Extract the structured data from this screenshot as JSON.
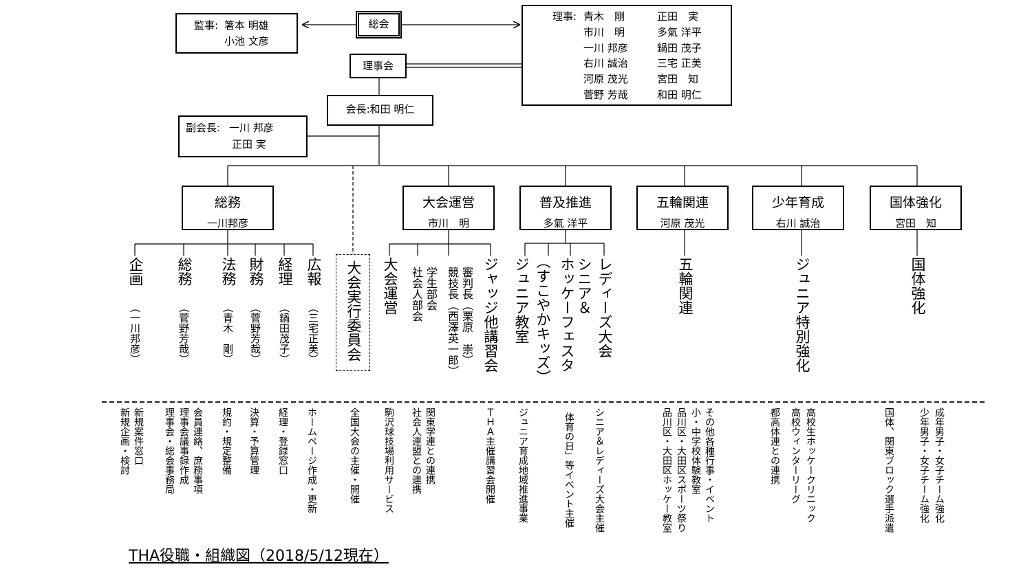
{
  "soukai": "総会",
  "kanji": {
    "label": "監事:",
    "names": [
      "箸本 明雄",
      "小池 文彦"
    ]
  },
  "rijikai": "理事会",
  "riji": {
    "label": "理事:",
    "col1": [
      "青木　剛",
      "市川　明",
      "一川 邦彦",
      "右川 誠治",
      "河原 茂光",
      "菅野 芳哉"
    ],
    "col2": [
      "正田　実",
      "多氣 洋平",
      "鍋田 茂子",
      "三宅 正美",
      "宮田　知",
      "和田 明仁"
    ]
  },
  "president": "会長:和田 明仁",
  "vice": {
    "label": "副会長:",
    "names": [
      "一川 邦彦",
      "正田 実"
    ]
  },
  "departments": [
    {
      "name": "総務",
      "head": "一川邦彦"
    },
    {
      "name": "大会運営",
      "head": "市川　明"
    },
    {
      "name": "普及推進",
      "head": "多氣 洋平"
    },
    {
      "name": "五輪関連",
      "head": "河原 茂光"
    },
    {
      "name": "少年育成",
      "head": "右川 誠治"
    },
    {
      "name": "国体強化",
      "head": "宮田　知"
    }
  ],
  "somu_subs": [
    {
      "name": "企画",
      "member": "（一川邦彦）"
    },
    {
      "name": "総務",
      "member": "（菅野芳哉）"
    },
    {
      "name": "法務",
      "member": "（青木　剛）"
    },
    {
      "name": "財務",
      "member": "（菅野芳哉）"
    },
    {
      "name": "経理",
      "member": "（鍋田茂子）"
    },
    {
      "name": "広報",
      "member": "（三宅正美）"
    }
  ],
  "jikko": "大会実行委員会",
  "taikai_subs": {
    "unei": "大会運営",
    "gakusei": [
      "学生部会",
      "社会人部会"
    ],
    "shinpan": [
      "審判長（栗原　崇）",
      "競技長（西澤英一郎）"
    ],
    "judge": "ジャッジ他講習会"
  },
  "fukyu_subs": {
    "junior": "ジュニア教室",
    "sukoyaka": "（すこやかキッズ）",
    "senior": [
      "シニア＆",
      "ホッケーフェスタ"
    ],
    "ladies": "レディーズ大会"
  },
  "gorin_sub": "五輪関連",
  "shonen_sub": "ジュニア特別強化",
  "kokutai_sub": "国体強化",
  "notes": {
    "kikaku": [
      "新規案件窓口",
      "新規企画・検討"
    ],
    "somu": [
      "会員連絡、庶務事項",
      "理事会議事録作成",
      "理事会・総会事務局"
    ],
    "homu": "規約・規定整備",
    "zaimu": "決算・予算管理",
    "keiri": "経理・登録窓口",
    "koho": "ホームページ作成・更新",
    "zenkoku": "全国大会の主催・開催",
    "komazawa": "駒沢球技場利用サービス",
    "kanto": [
      "関東学連との連携",
      "社会人連盟との連携"
    ],
    "tha": "ＴＨＡ主催講習会開催",
    "junior": "ジュニア育成地域推進事業",
    "taiiku": "体育の日」等イベント主催",
    "senior": "シニア＆レディーズ大会主催",
    "gorin": [
      "その他各種行事・イベント",
      "小・中学校体験教室",
      "品川区・大田区スポーツ祭り",
      "品川区・大田区ホッケー教室"
    ],
    "shonen": [
      "高校生ホッケークリニック",
      "高校ウィンターリーグ",
      "都高体連との連携"
    ],
    "kokutai": [
      "成年男子・女子チーム強化",
      "少年男子・女子チーム強化",
      "国体、関東ブロック選手派遣"
    ]
  },
  "footer": "THA役職・組織図（2018/5/12現在）"
}
